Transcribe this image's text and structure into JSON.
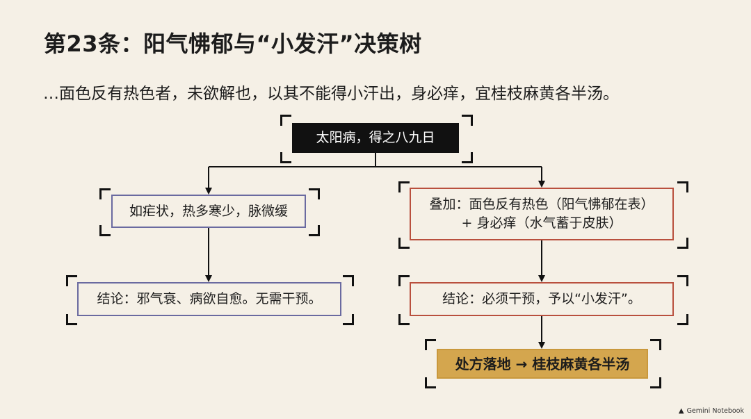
{
  "slide": {
    "title": "第23条：阳气怫郁与“小发汗”决策树",
    "quote": "…面色反有热色者，未欲解也，以其不能得小汗出，身必痒，宜桂枝麻黄各半汤。"
  },
  "tree": {
    "root": "太阳病，得之八九日",
    "left_condition": "如疟状，热多寒少，脉微缓",
    "left_conclusion": "结论：邪气衰、病欲自愈。无需干预。",
    "right_condition_line1": "叠加：面色反有热色（阳气怫郁在表）",
    "right_condition_line2": "+ 身必痒（水气蓄于皮肤）",
    "right_conclusion": "结论：必须干预，予以“小发汗”。",
    "prescription": "处方落地 → 桂枝麻黄各半汤"
  },
  "colors": {
    "background": "#f5f0e6",
    "root_fill": "#111111",
    "left_border": "#6a6aa0",
    "right_border": "#b9503e",
    "prescription_fill": "#d4a64e"
  },
  "icons": {
    "brand_logo": "gemini-notebook-logo-icon"
  },
  "brand": {
    "name": "Gemini Notebook"
  }
}
